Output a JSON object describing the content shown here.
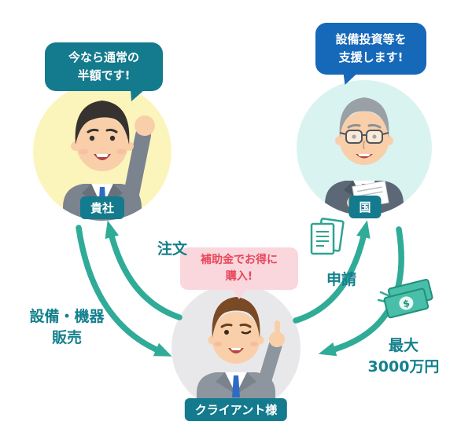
{
  "actors": {
    "company": {
      "label": "貴社"
    },
    "government": {
      "label": "国"
    },
    "client": {
      "label": "クライアント様"
    }
  },
  "bubbles": {
    "company": {
      "line1": "今なら通常の",
      "line2": "半額です!"
    },
    "government": {
      "line1": "設備投資等を",
      "line2": "支援します!"
    },
    "client": {
      "line1": "補助金でお得に",
      "line2": "購入!"
    }
  },
  "flows": {
    "order": {
      "label": "注文"
    },
    "application": {
      "label": "申請"
    },
    "sales": {
      "line1": "設備・機器",
      "line2": "販売"
    },
    "subsidy": {
      "line1": "最大",
      "line2": "3000万円"
    }
  },
  "icons": {
    "application": "document-icon",
    "subsidy": "money-icon",
    "dollar": "$"
  },
  "colors": {
    "teal_dark": "#147a8d",
    "blue": "#1668b8",
    "pink_bg": "#fad6dd",
    "pink_text": "#e8475b",
    "arrow": "#30ab97",
    "flow_label_text": "#14808d",
    "circle_company": "#fcf5bb",
    "circle_government": "#d9f3f1",
    "circle_client": "#e8e8eb"
  }
}
